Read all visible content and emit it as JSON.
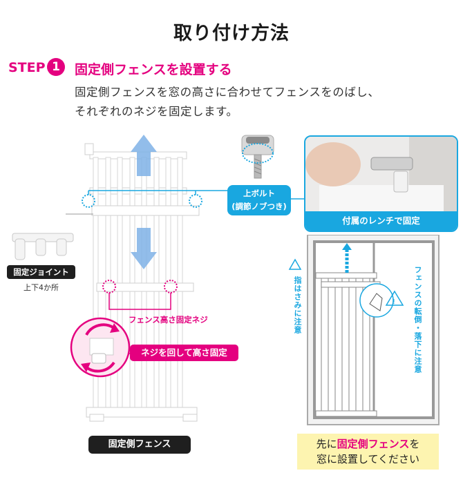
{
  "title": "取り付け方法",
  "step": {
    "label": "STEP",
    "number": "1",
    "heading": "固定側フェンスを設置する",
    "description_line1": "固定側フェンスを窓の高さに合わせてフェンスをのばし、",
    "description_line2": "それぞれのネジを固定します。"
  },
  "joint": {
    "label": "固定ジョイント",
    "note": "上下4か所"
  },
  "bolt": {
    "line1": "上ボルト",
    "line2": "(調節ノブつき)"
  },
  "photo": {
    "caption": "付属のレンチで固定"
  },
  "height_screw_label": "フェンス高さ固定ネジ",
  "turn_label": "ネジを回して高さ固定",
  "fixed_fence_label": "固定側フェンス",
  "warnings": {
    "finger": "指はさみに注意",
    "fall": "フェンスの転倒・落下に注意"
  },
  "note": {
    "prefix": "先に",
    "emphasis": "固定側フェンス",
    "suffix": "を",
    "line2": "窓に設置してください"
  },
  "colors": {
    "accent_pink": "#e4007f",
    "accent_blue": "#19a7e0",
    "note_bg": "#fdf4b0"
  }
}
